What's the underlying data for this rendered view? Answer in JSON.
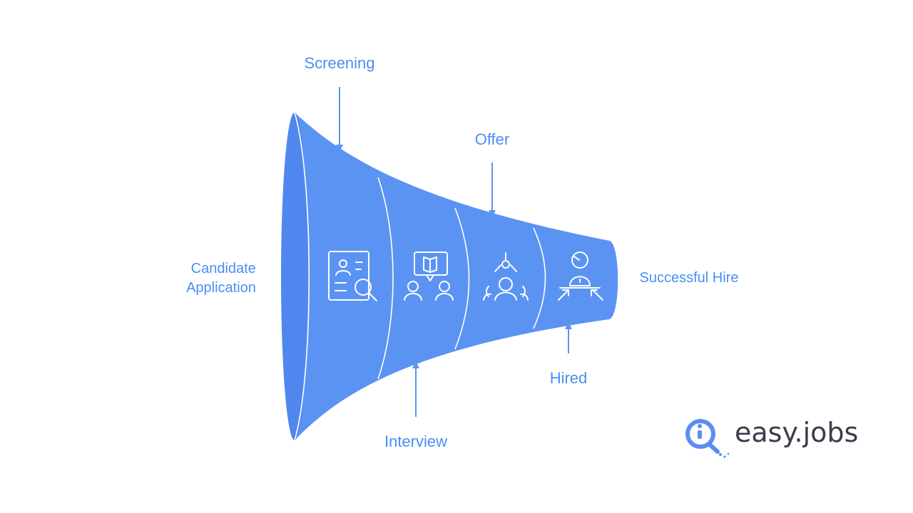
{
  "stages": {
    "candidate_application": [
      "Candidate",
      "Application"
    ],
    "screening": "Screening",
    "interview": "Interview",
    "offer": "Offer",
    "hired": "Hired",
    "successful_hire": "Successful Hire"
  },
  "brand": {
    "name": "easy.jobs",
    "color": "#3a3d4a",
    "accent": "#5b8df5"
  },
  "colors": {
    "funnel": "#5b93f3",
    "funnel_mouth": "#4f87ee",
    "label": "#4a8ff2",
    "arrow": "#5b96f0"
  },
  "icons": [
    "application-search-icon",
    "interview-icon",
    "offer-icon",
    "successful-hire-icon"
  ]
}
